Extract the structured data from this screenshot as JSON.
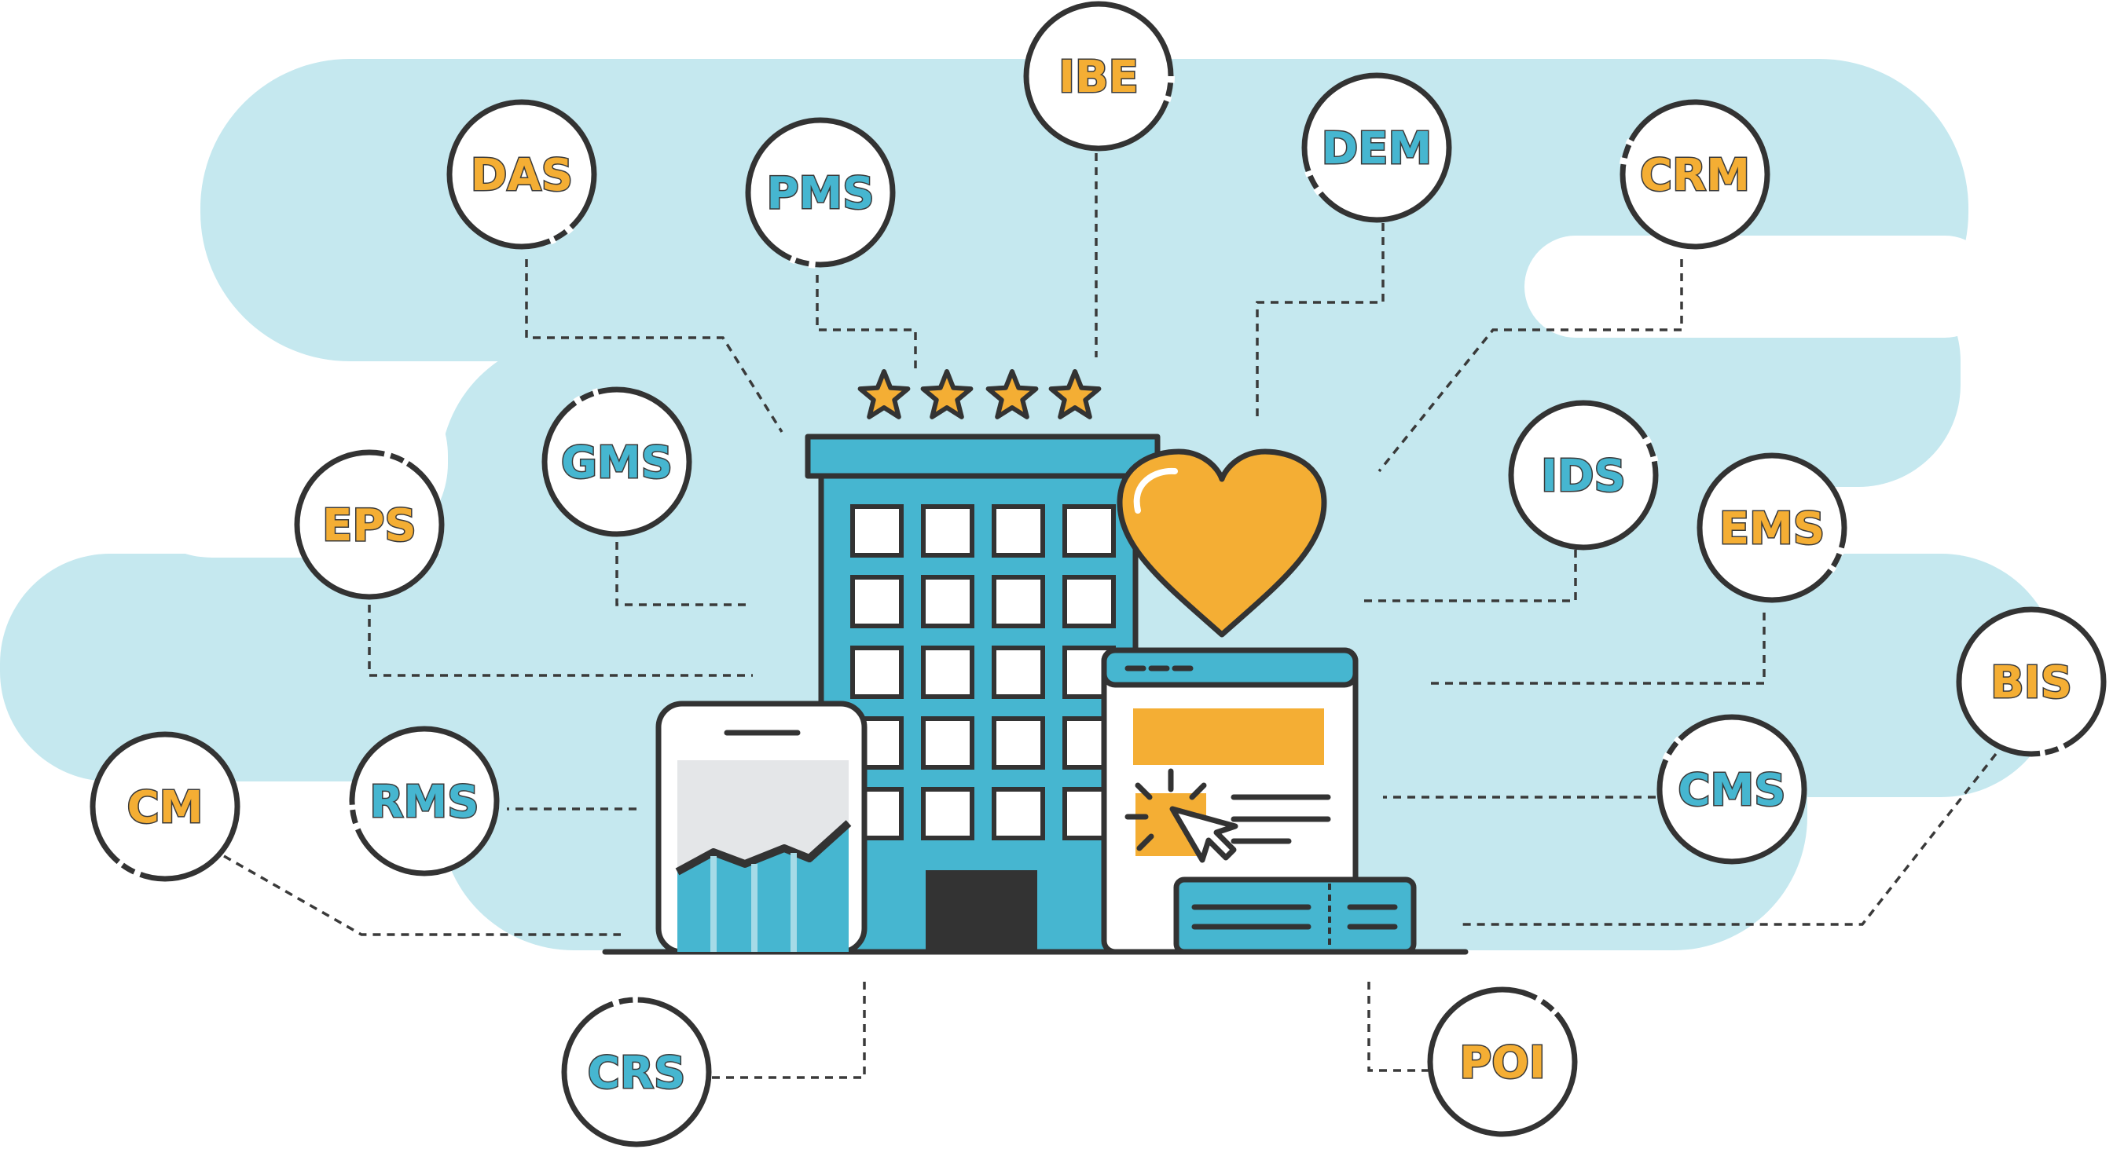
{
  "colors": {
    "cloud": "#c5e8ef",
    "teal": "#46b6d0",
    "teal_light": "#a6dbe7",
    "orange": "#f4ae34",
    "outline": "#333333",
    "window": "#ffffff"
  },
  "nodes": [
    {
      "label": "IBE",
      "color": "#f4ae34"
    },
    {
      "label": "DAS",
      "color": "#f4ae34"
    },
    {
      "label": "PMS",
      "color": "#46b6d0"
    },
    {
      "label": "DEM",
      "color": "#46b6d0"
    },
    {
      "label": "CRM",
      "color": "#f4ae34"
    },
    {
      "label": "GMS",
      "color": "#46b6d0"
    },
    {
      "label": "EPS",
      "color": "#f4ae34"
    },
    {
      "label": "IDS",
      "color": "#46b6d0"
    },
    {
      "label": "EMS",
      "color": "#f4ae34"
    },
    {
      "label": "BIS",
      "color": "#f4ae34"
    },
    {
      "label": "CM",
      "color": "#f4ae34"
    },
    {
      "label": "RMS",
      "color": "#46b6d0"
    },
    {
      "label": "CMS",
      "color": "#46b6d0"
    },
    {
      "label": "CRS",
      "color": "#46b6d0"
    },
    {
      "label": "POI",
      "color": "#f4ae34"
    }
  ],
  "hotel": {
    "stars": 4,
    "icons": [
      "star-icon",
      "heart-icon",
      "phone-chart-icon",
      "browser-click-icon",
      "ticket-icon"
    ]
  }
}
